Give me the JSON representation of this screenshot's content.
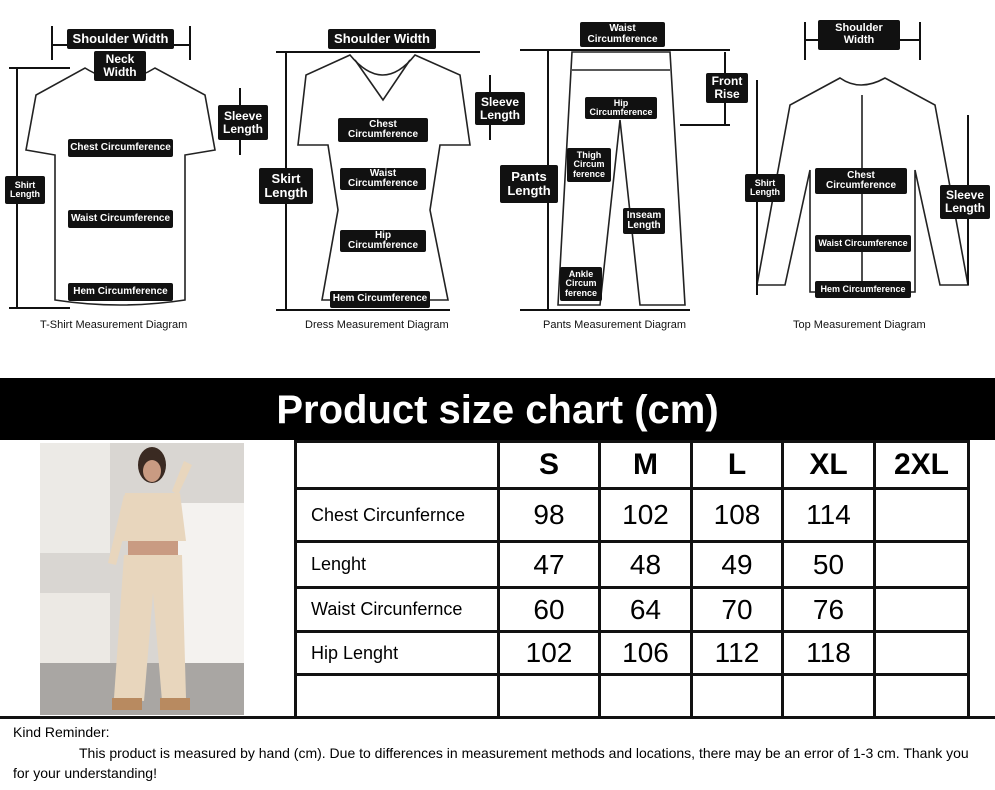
{
  "diagrams": [
    {
      "caption": "T-Shirt Measurement Diagram",
      "labels": [
        "Shoulder Width",
        "Neck\nWidth",
        "Sleeve\nLength",
        "Chest Circumference",
        "Shirt\nLength",
        "Waist Circumference",
        "Hem Circumference"
      ]
    },
    {
      "caption": "Dress Measurement Diagram",
      "labels": [
        "Shoulder Width",
        "Sleeve\nLength",
        "Chest\nCircumference",
        "Skirt\nLength",
        "Waist\nCircumference",
        "Hip\nCircumference",
        "Hem Circumference"
      ]
    },
    {
      "caption": "Pants Measurement Diagram",
      "labels": [
        "Waist\nCircumference",
        "Front\nRise",
        "Hip\nCircumference",
        "Pants\nLength",
        "Thigh\nCircum\nference",
        "Inseam\nLength",
        "Ankle\nCircum\nference"
      ]
    },
    {
      "caption": "Top Measurement Diagram",
      "labels": [
        "Shoulder\nWidth",
        "Chest\nCircumference",
        "Shirt\nLength",
        "Sleeve\nLength",
        "Waist Circumference",
        "Hem Circumference"
      ]
    }
  ],
  "chart": {
    "title": "Product size chart  (cm)",
    "sizes": [
      "S",
      "M",
      "L",
      "XL",
      "2XL"
    ],
    "rows": [
      {
        "label": "Chest Circunfernce",
        "values": [
          "98",
          "102",
          "108",
          "114",
          ""
        ]
      },
      {
        "label": "Lenght",
        "values": [
          "47",
          "48",
          "49",
          "50",
          ""
        ]
      },
      {
        "label": "Waist Circunfernce",
        "values": [
          "60",
          "64",
          "70",
          "76",
          ""
        ]
      },
      {
        "label": "Hip Lenght",
        "values": [
          "102",
          "106",
          "112",
          "118",
          ""
        ]
      },
      {
        "label": "",
        "values": [
          "",
          "",
          "",
          "",
          ""
        ]
      }
    ]
  },
  "reminder": {
    "title": "Kind Reminder:",
    "body": "This product is measured by hand (cm). Due to differences in measurement methods and locations, there may be an error of 1-3 cm. Thank you for your understanding!"
  },
  "colors": {
    "banner": "#000000",
    "outfit": "#e8d6bd",
    "label_bg": "#111111"
  }
}
